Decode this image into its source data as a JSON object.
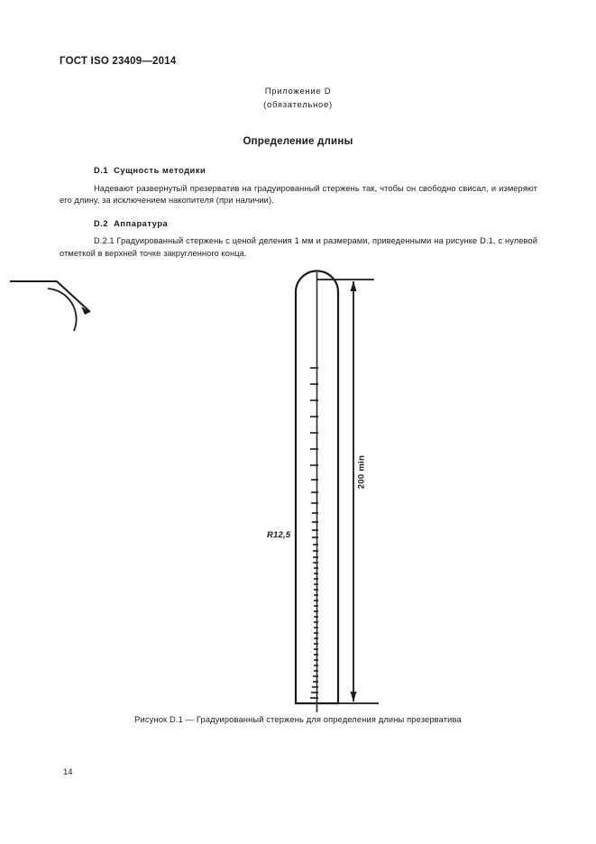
{
  "document": {
    "standard_header": "ГОСТ ISO 23409—2014",
    "page_number": "14"
  },
  "appendix": {
    "title": "Приложение D",
    "subtitle": "(обязательное)"
  },
  "section": {
    "title": "Определение длины"
  },
  "subsections": [
    {
      "number": "D.1",
      "heading": "Сущность методики",
      "paragraphs": [
        "Надевают развернутый презерватив на градуированный стержень так, чтобы он свободно свисал, и измеряют его длину, за исключением накопителя (при наличии)."
      ]
    },
    {
      "number": "D.2",
      "heading": "Аппаратура",
      "paragraphs": [
        "D.2.1  Градуированный стержень с ценой деления 1 мм и размерами, приведенными на рисунке D.1, с нулевой отметкой в верхней точке закругленного конца."
      ]
    }
  ],
  "figure": {
    "caption": "Рисунок  D.1 — Градуированный стержень для определения длины презерватива",
    "radius_label": "R12,5",
    "length_label": "200 min",
    "line_color": "#1a1a1a",
    "centerline_color": "#2b2b2b"
  }
}
